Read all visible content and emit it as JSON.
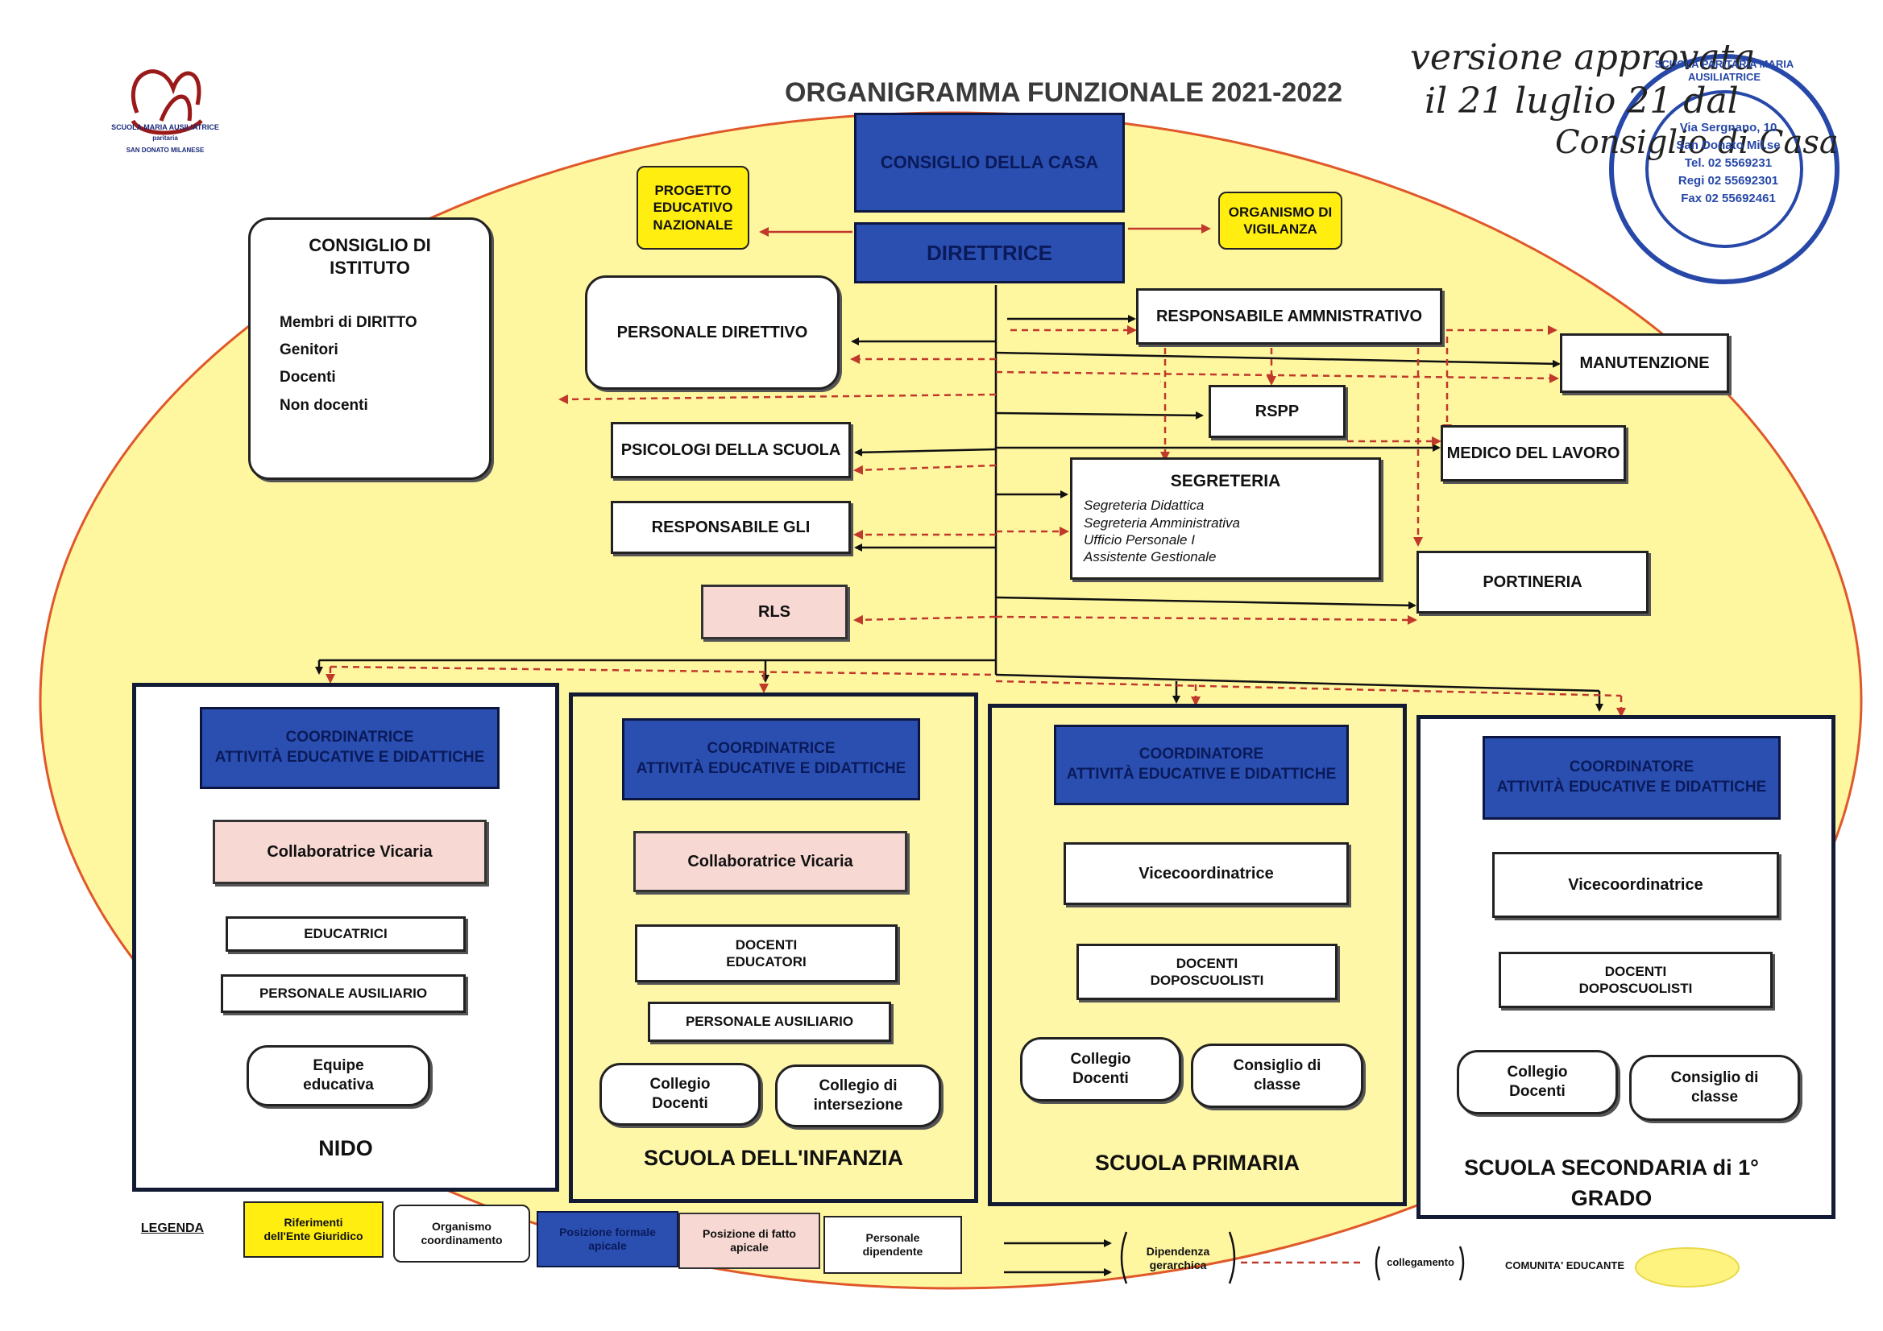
{
  "title": "ORGANIGRAMMA FUNZIONALE 2021-2022",
  "logo": {
    "name": "SCUOLA MARIA AUSILIATRICE",
    "sub": "paritaria",
    "city": "SAN DONATO MILANESE",
    "emblem": "SMA"
  },
  "handwriting": {
    "line1": "versione approvata",
    "line2": "il 21 luglio 21 dal",
    "line3": "Consiglio di Casa"
  },
  "stamp": {
    "ring": "SCUOLA PARITARIA MARIA AUSILIATRICE",
    "lines": [
      "Via Sergnano, 10",
      "San Donato Mil.se",
      "Tel. 02 5569231",
      "Regi 02 55692301",
      "Fax 02 55692461"
    ]
  },
  "top": {
    "consiglio_casa": "CONSIGLIO DELLA CASA",
    "direttrice": "DIRETTRICE",
    "progetto": "PROGETTO EDUCATIVO NAZIONALE",
    "organismo": "ORGANISMO DI VIGILANZA"
  },
  "consiglio_istituto": {
    "title": "CONSIGLIO DI ISTITUTO",
    "members": [
      "Membri di DIRITTO",
      "Genitori",
      "Docenti",
      "Non docenti"
    ]
  },
  "left_boxes": {
    "personale_direttivo": "PERSONALE DIRETTIVO",
    "psicologi": "PSICOLOGI DELLA SCUOLA",
    "gli": "RESPONSABILE GLI",
    "rls": "RLS"
  },
  "right_boxes": {
    "resp_amm": "RESPONSABILE AMMNISTRATIVO",
    "manutenzione": "MANUTENZIONE",
    "rspp": "RSPP",
    "medico": "MEDICO DEL LAVORO",
    "portineria": "PORTINERIA"
  },
  "segreteria": {
    "title": "SEGRETERIA",
    "items": [
      "Segreteria Didattica",
      "Segreteria Amministrativa",
      "Ufficio Personale I",
      "Assistente Gestionale"
    ]
  },
  "sections": [
    {
      "name": "NIDO",
      "head": [
        "COORDINATRICE",
        "ATTIVITÀ EDUCATIVE E DIDATTICHE"
      ],
      "vice": "Collaboratrice Vicaria",
      "mid1": "EDUCATRICI",
      "mid2": "PERSONALE AUSILIARIO",
      "boards": [
        "Equipe educativa"
      ]
    },
    {
      "name": "SCUOLA DELL'INFANZIA",
      "head": [
        "COORDINATRICE",
        "ATTIVITÀ EDUCATIVE E DIDATTICHE"
      ],
      "vice": "Collaboratrice Vicaria",
      "mid1": "DOCENTI EDUCATORI",
      "mid2": "PERSONALE AUSILIARIO",
      "boards": [
        "Collegio Docenti",
        "Collegio di intersezione"
      ]
    },
    {
      "name": "SCUOLA PRIMARIA",
      "head": [
        "COORDINATORE",
        "ATTIVITÀ EDUCATIVE E DIDATTICHE"
      ],
      "vice": "Vicecoordinatrice",
      "mid1": "DOCENTI DOPOSCUOLISTI",
      "boards": [
        "Collegio Docenti",
        "Consiglio di classe"
      ]
    },
    {
      "name": "SCUOLA SECONDARIA di 1° GRADO",
      "head": [
        "COORDINATORE",
        "ATTIVITÀ EDUCATIVE E DIDATTICHE"
      ],
      "vice": "Vicecoordinatrice",
      "mid1": "DOCENTI DOPOSCUOLISTI",
      "boards": [
        "Collegio Docenti",
        "Consiglio di classe"
      ]
    }
  ],
  "legend": {
    "label": "LEGENDA",
    "items": [
      "Riferimenti dell'Ente Giuridico",
      "Organismo coordinamento",
      "Posizione formale apicale",
      "Posizione di fatto apicale",
      "Personale dipendente"
    ],
    "dipendenza": "Dipendenza gerarchica",
    "collegamento": "collegamento",
    "comunita": "COMUNITA' EDUCANTE"
  },
  "colors": {
    "ellipse": "#fff6a0",
    "ellipse_border": "#e0582a",
    "blue_box": "#2b4fb0",
    "yellow_box": "#ffee10",
    "pink_box": "#f8d8d2",
    "dashed_arrow": "#c0392b",
    "stamp": "#2748a8"
  }
}
